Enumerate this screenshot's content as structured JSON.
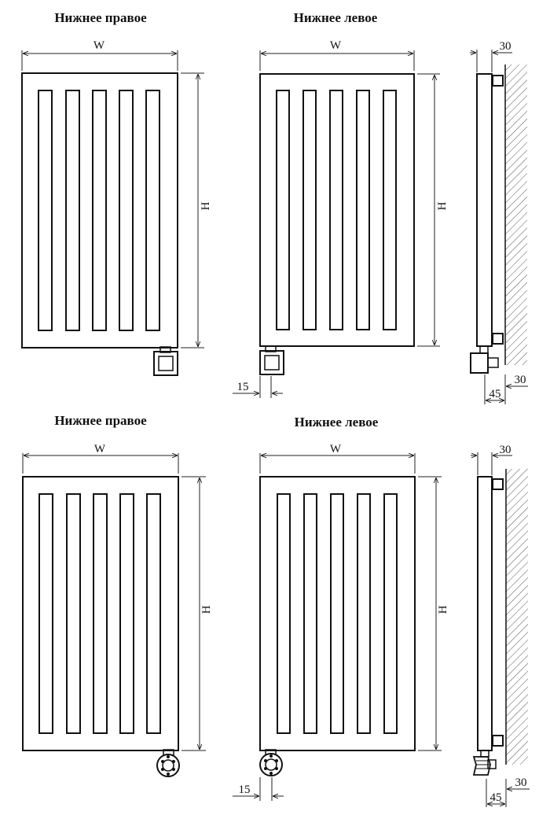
{
  "rows": [
    {
      "left_view": {
        "title": "Нижнее правое",
        "width_label": "W",
        "height_label": "H"
      },
      "right_view": {
        "title": "Нижнее левое",
        "width_label": "W",
        "height_label": "H",
        "offset_label": "15"
      },
      "side_view": {
        "top_label": "30",
        "bottom_gap_label": "45",
        "bottom_wall_label": "30"
      },
      "valve_style": "square-head"
    },
    {
      "left_view": {
        "title": "Нижнее правое",
        "width_label": "W",
        "height_label": "H"
      },
      "right_view": {
        "title": "Нижнее левое",
        "width_label": "W",
        "height_label": "H",
        "offset_label": "15"
      },
      "side_view": {
        "top_label": "30",
        "bottom_gap_label": "45",
        "bottom_wall_label": "30"
      },
      "valve_style": "round-head"
    }
  ],
  "panel": {
    "slot_count": 5
  }
}
